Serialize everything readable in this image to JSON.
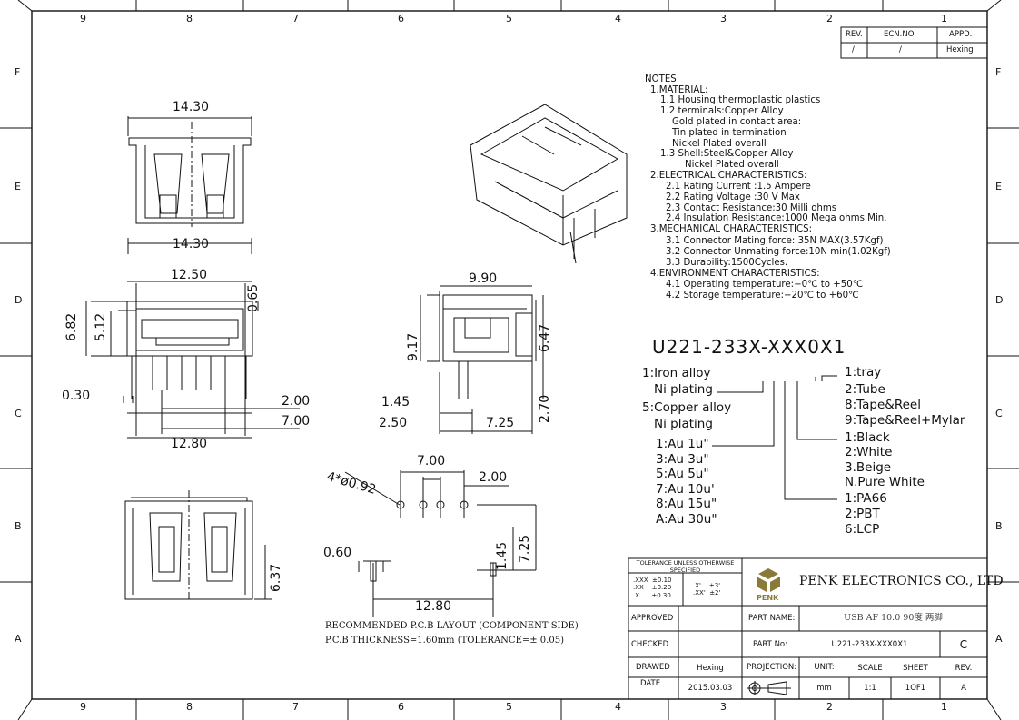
{
  "grid": {
    "cols": [
      "9",
      "8",
      "7",
      "6",
      "5",
      "4",
      "3",
      "2",
      "1"
    ],
    "rows": [
      "F",
      "E",
      "D",
      "C",
      "B",
      "A"
    ]
  },
  "revision": {
    "headers": [
      "REV.",
      "ECN.NO.",
      "APPD."
    ],
    "values": [
      "/",
      "/",
      "Hexing"
    ]
  },
  "notes": [
    "NOTES:",
    "1.MATERIAL:",
    "1.1  Housing:thermoplastic  plastics",
    "1.2  terminals:Copper Alloy",
    "Gold  plated  in  contact  area:",
    "Tin  plated  in  termination",
    "Nickel  Plated  overall",
    "1.3  Shell:Steel&Copper  Alloy",
    "Nickel  Plated  overall",
    "2.ELECTRICAL  CHARACTERISTICS:",
    "2.1  Rating  Current  :1.5  Ampere",
    "2.2  Rating  Voltage  :30  V  Max",
    "2.3  Contact  Resistance:30  Milli  ohms",
    "2.4  Insulation  Resistance:1000  Mega  ohms  Min.",
    "3.MECHANICAL  CHARACTERISTICS:",
    "3.1  Connector  Mating  force: 35N  MAX(3.57Kgf)",
    "3.2  Connector  Unmating  force:10N  min(1.02Kgf)",
    "3.3  Durability:1500Cycles.",
    "4.ENVIRONMENT  CHARACTERISTICS:",
    "4.1  Operating  temperature:−0℃  to  +50℃",
    "4.2  Storage  temperature:−20℃  to  +60℃"
  ],
  "dims": [
    "14.30",
    "14.30",
    "12.50",
    "6.82",
    "5.12",
    "0.65",
    "0.30",
    "2.00",
    "7.00",
    "12.80",
    "9.90",
    "9.17",
    "6.47",
    "1.45",
    "2.50",
    "7.25",
    "2.70",
    "7.00",
    "2.00",
    "4*ø0.92",
    "1.45",
    "7.25",
    "0.60",
    "12.80",
    "6.37"
  ],
  "pcb_notes": [
    "RECOMMENDED P.C.B LAYOUT (COMPONENT SIDE)",
    "P.C.B THICKNESS=1.60mm (TOLERANCE=± 0.05)"
  ],
  "part_code": "U221-233X-XXX0X1",
  "options_left": [
    "1:Iron  alloy",
    "Ni  plating",
    "5:Copper  alloy",
    "Ni  plating",
    "1:Au  1u\"",
    "3:Au  3u\"",
    "5:Au  5u\"",
    "7:Au  10u'",
    "8:Au  15u\"",
    "A:Au  30u\""
  ],
  "options_right": [
    "1:tray",
    "2:Tube",
    "8:Tape&Reel",
    "9:Tape&Reel+Mylar",
    "1:Black",
    "2:White",
    "3.Beige",
    "N.Pure White",
    "1:PA66",
    "2:PBT",
    "6:LCP"
  ],
  "title_block": {
    "tolerance_title": "TOLERANCE  UNLESS OTHERWISE  SPECIFIED",
    "tol_linear": ".XXX  ±0.10\n.XX    ±0.20\n.X      ±0.30",
    "tol_angular": ".X'    ±3'\n.XX'  ±2'",
    "logo_text": "PENK",
    "company": "PENK ELECTRONICS CO., LTD",
    "approved_label": "APPROVED",
    "checked_label": "CHECKED",
    "drawed_label": "DRAWED",
    "drawed_value": "Hexing",
    "date_label": "DATE",
    "date_value": "2015.03.03",
    "part_name_label": "PART  NAME:",
    "part_name_value": "USB AF 10.0 90度 两脚",
    "part_no_label": "PART  No:",
    "part_no_value": "U221-233X-XXX0X1",
    "part_no_rev": "C",
    "projection_label": "PROJECTION:",
    "unit_label": "UNIT:",
    "unit_value": "mm",
    "scale_label": "SCALE",
    "scale_value": "1:1",
    "sheet_label": "SHEET",
    "sheet_value": "1OF1",
    "rev_label": "REV.",
    "rev_value": "A"
  },
  "colors": {
    "line": "#111111",
    "logo": "#8a7a3a"
  }
}
